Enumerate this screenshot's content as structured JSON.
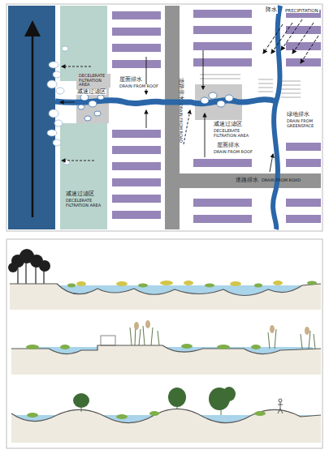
{
  "diagram": {
    "labels": [
      "降水",
      "PRECIPITATION",
      "DECELERATE FILTRATION AREA",
      "减速过滤区",
      "屋面排水",
      "DRAIN FROM ROOF",
      "道路排水",
      "DRAIN FROM ROAD",
      "减速过滤区",
      "DECELERATE FILTRATION AREA",
      "屋面排水",
      "DRAIN FROM ROOF",
      "绿地排水",
      "DRAIN FROM GREENSPACE",
      "减速过滤区",
      "DECELERATE FILTRATION AREA",
      "道路排水",
      "DRAIN FROM ROAD"
    ]
  }
}
